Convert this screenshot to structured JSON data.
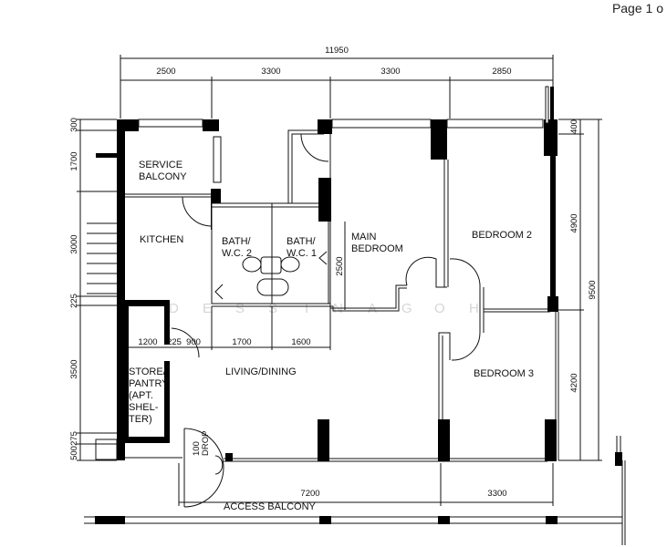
{
  "page_indicator": "Page 1 o",
  "watermark": [
    "D",
    "E",
    "S",
    "S",
    "I",
    "N",
    "A",
    "G",
    "O",
    "H"
  ],
  "overall_width_dim": "11950",
  "top_dims": [
    "2500",
    "3300",
    "3300",
    "2850"
  ],
  "left_dims": [
    "300",
    "1700",
    "3000",
    "225",
    "3500",
    "275",
    "500"
  ],
  "right_dims": {
    "segments": [
      "400",
      "4900",
      "4200"
    ],
    "total": "9500"
  },
  "inner_dims": [
    "1200",
    "225",
    "900",
    "1700",
    "1600"
  ],
  "bath_dim": "2500",
  "bottom_dims": [
    "7200",
    "3300"
  ],
  "rooms": {
    "service_balcony": [
      "SERVICE",
      "BALCONY"
    ],
    "kitchen": "KITCHEN",
    "bath2": [
      "BATH/",
      "W.C.  2"
    ],
    "bath1": [
      "BATH/",
      "W.C.  1"
    ],
    "main_bedroom": [
      "MAIN",
      "BEDROOM"
    ],
    "bedroom2": "BEDROOM  2",
    "bedroom3": "BEDROOM  3",
    "living": "LIVING/DINING",
    "store": [
      "STORE/",
      "PANTRY",
      "(APT.",
      "SHEL-",
      "TER)"
    ],
    "drop": [
      "100",
      "DROP"
    ],
    "access_balcony": "ACCESS  BALCONY"
  }
}
